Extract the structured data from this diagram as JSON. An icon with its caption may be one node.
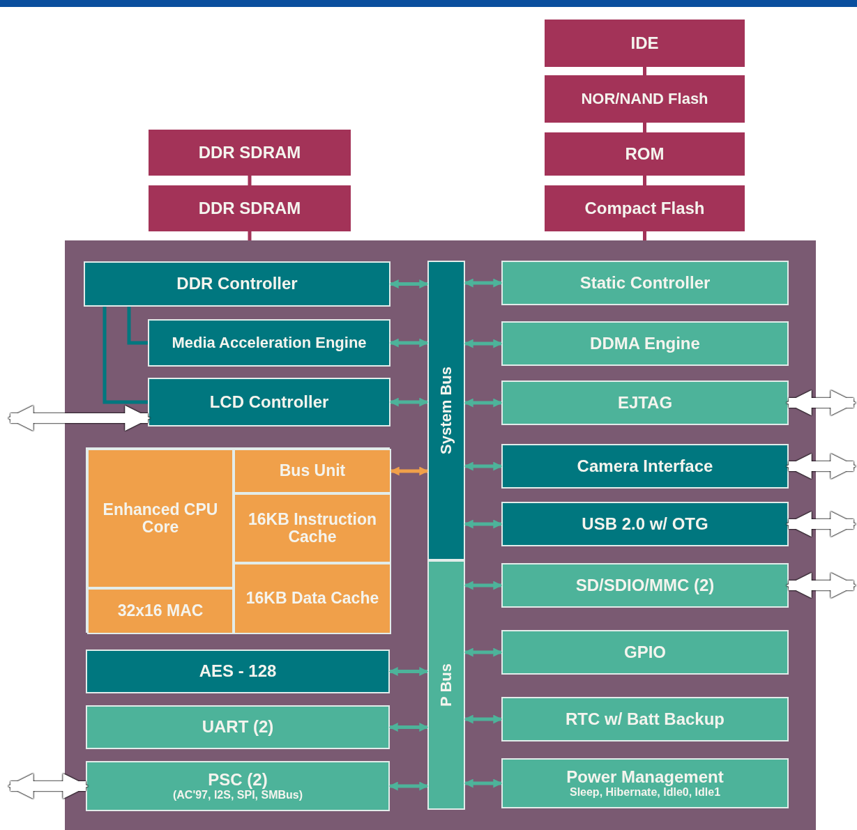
{
  "diagram": {
    "nodes": [
      {
        "text": [
          "DDR SDRAM"
        ]
      },
      {
        "text": [
          "DDR SDRAM"
        ]
      },
      {
        "text": [
          "IDE"
        ]
      },
      {
        "text": [
          "NOR/NAND Flash"
        ]
      },
      {
        "text": [
          "ROM"
        ]
      },
      {
        "text": [
          "Compact Flash"
        ]
      },
      {
        "text": [],
        "shape": "box"
      },
      {
        "text": [
          "DDR Controller"
        ],
        "in": 6
      },
      {
        "text": [
          "Media Acceleration Engine"
        ],
        "in": 6
      },
      {
        "text": [
          "LCD Controller"
        ],
        "in": 6
      },
      {
        "text": [],
        "shape": "box",
        "in": 6
      },
      {
        "text": [
          "Enhanced CPU Core"
        ],
        "in": 10
      },
      {
        "text": [
          "32x16 MAC"
        ],
        "in": 10
      },
      {
        "text": [
          "Bus Unit"
        ],
        "in": 10
      },
      {
        "text": [
          "16KB Instruction Cache"
        ],
        "in": 10
      },
      {
        "text": [
          "16KB Data Cache"
        ],
        "in": 10
      },
      {
        "text": [
          "AES - 128"
        ],
        "in": 6
      },
      {
        "text": [
          "UART (2)"
        ],
        "in": 6
      },
      {
        "text": [
          "PSC (2)",
          "(AC'97, I2S, SPI, SMBus)"
        ],
        "in": 6
      },
      {
        "text": [
          "System Bus"
        ],
        "in": 6
      },
      {
        "text": [
          "P Bus"
        ],
        "in": 6
      },
      {
        "text": [
          "Static Controller"
        ],
        "in": 6
      },
      {
        "text": [
          "DDMA Engine"
        ],
        "in": 6
      },
      {
        "text": [
          "EJTAG"
        ],
        "in": 6
      },
      {
        "text": [
          "Camera Interface"
        ],
        "in": 6
      },
      {
        "text": [
          "USB 2.0 w/ OTG"
        ],
        "in": 6
      },
      {
        "text": [
          "SD/SDIO/MMC (2)"
        ],
        "in": 6
      },
      {
        "text": [
          "GPIO"
        ],
        "in": 6
      },
      {
        "text": [
          "RTC w/ Batt Backup"
        ],
        "in": 6
      },
      {
        "text": [
          "Power Management",
          "Sleep, Hibernate, Idle0, Idle1"
        ],
        "in": 6
      }
    ],
    "edges": [
      {
        "from": 0,
        "to": 1,
        "arrow": "none",
        "color": "#a33358"
      },
      {
        "from": 1,
        "to": 6,
        "arrow": "none",
        "color": "#a33358"
      },
      {
        "from": 2,
        "to": 3,
        "arrow": "none",
        "color": "#a33358"
      },
      {
        "from": 3,
        "to": 4,
        "arrow": "none",
        "color": "#a33358"
      },
      {
        "from": 4,
        "to": 5,
        "arrow": "none",
        "color": "#a33358"
      },
      {
        "from": 5,
        "to": 6,
        "arrow": "none",
        "color": "#a33358"
      },
      {
        "from": 7,
        "to": 8,
        "arrow": "none",
        "color": "#00777f"
      },
      {
        "from": 7,
        "to": 9,
        "arrow": "none",
        "color": "#00777f"
      },
      {
        "from": 7,
        "to": 19,
        "arrow": "both"
      },
      {
        "from": 8,
        "to": 19,
        "arrow": "both"
      },
      {
        "from": 9,
        "to": 19,
        "arrow": "both"
      },
      {
        "from": 13,
        "to": 19,
        "arrow": "both",
        "color": "#f0a04a"
      },
      {
        "from": 16,
        "to": 20,
        "arrow": "both"
      },
      {
        "from": 17,
        "to": 20,
        "arrow": "both"
      },
      {
        "from": 18,
        "to": 20,
        "arrow": "both"
      },
      {
        "from": 19,
        "to": 21,
        "arrow": "both"
      },
      {
        "from": 19,
        "to": 22,
        "arrow": "both"
      },
      {
        "from": 19,
        "to": 23,
        "arrow": "both"
      },
      {
        "from": 19,
        "to": 24,
        "arrow": "both"
      },
      {
        "from": 19,
        "to": 25,
        "arrow": "both"
      },
      {
        "from": 20,
        "to": 26,
        "arrow": "both"
      },
      {
        "from": 20,
        "to": 27,
        "arrow": "both"
      },
      {
        "from": 20,
        "to": 28,
        "arrow": "both"
      },
      {
        "from": 20,
        "to": 29,
        "arrow": "both"
      },
      {
        "from": null,
        "to": 9,
        "arrow": "both",
        "style": "thick",
        "color": "#ffffff"
      },
      {
        "from": null,
        "to": 18,
        "arrow": "both",
        "style": "thick",
        "color": "#ffffff"
      },
      {
        "from": 23,
        "to": null,
        "arrow": "both",
        "style": "thick",
        "color": "#ffffff"
      },
      {
        "from": 24,
        "to": null,
        "arrow": "both",
        "style": "thick",
        "color": "#ffffff"
      },
      {
        "from": 25,
        "to": null,
        "arrow": "both",
        "style": "thick",
        "color": "#ffffff"
      },
      {
        "from": 26,
        "to": null,
        "arrow": "both",
        "style": "thick",
        "color": "#ffffff"
      }
    ]
  }
}
